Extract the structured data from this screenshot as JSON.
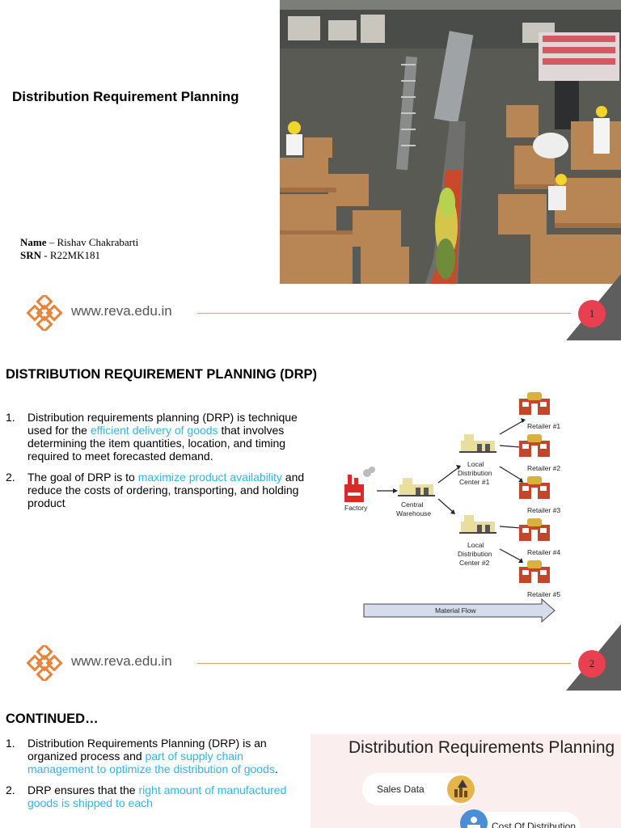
{
  "slide1": {
    "title": "Distribution Requirement Planning",
    "name_label": "Name",
    "name_value": " – Rishav Chakrabarti",
    "srn_label": "SRN",
    "srn_value": "  - R22MK181",
    "footer_url": "www.reva.edu.in",
    "page_number": "1"
  },
  "slide2": {
    "heading": "DISTRIBUTION REQUIREMENT PLANNING (DRP)",
    "points": [
      {
        "num": "1.",
        "before": "Distribution requirements planning (DRP) is technique used for the ",
        "highlight": "efficient delivery of goods",
        "after": " that involves determining the item quantities, location, and timing required to meet forecasted demand."
      },
      {
        "num": "2.",
        "before": "The goal of DRP is to ",
        "highlight": "maximize product availability",
        "after": " and reduce the costs of ordering, transporting, and holding product"
      }
    ],
    "diagram": {
      "factory": "Factory",
      "central_1": "Central",
      "central_2": "Warehouse",
      "ldc1_1": "Local",
      "ldc1_2": "Distribution",
      "ldc1_3": "Center #1",
      "ldc2_1": "Local",
      "ldc2_2": "Distribution",
      "ldc2_3": "Center #2",
      "retailer1": "Retailer #1",
      "retailer2": "Retailer #2",
      "retailer3": "Retailer #3",
      "retailer4": "Retailer #4",
      "retailer5": "Retailer #5",
      "material_flow": "Material Flow"
    },
    "footer_url": "www.reva.edu.in",
    "page_number": "2"
  },
  "slide3": {
    "heading": "CONTINUED…",
    "points": [
      {
        "num": "1.",
        "before": "Distribution Requirements Planning (DRP) is an organized process and ",
        "highlight": "part of supply chain management to optimize the distribution of goods",
        "after": "."
      },
      {
        "num": "2.",
        "before": "DRP ensures that the ",
        "highlight": "right amount of manufactured goods is shipped to each",
        "after": ""
      }
    ],
    "image_title": "Distribution Requirements Planning",
    "image_sales": "Sales Data",
    "image_cost": "Cost Of Distribution"
  },
  "colors": {
    "accent_link": "#30b5e8",
    "page_badge": "#e84050",
    "footer_line": "#d9a06e",
    "logo_orange": "#e8833a",
    "corner_triangle": "#5e5e5e"
  },
  "icons": {
    "logo": "reva-knot-logo-icon",
    "factory": "factory-icon",
    "warehouse": "warehouse-icon",
    "retailer": "retail-store-icon",
    "arrow": "arrow-icon"
  }
}
